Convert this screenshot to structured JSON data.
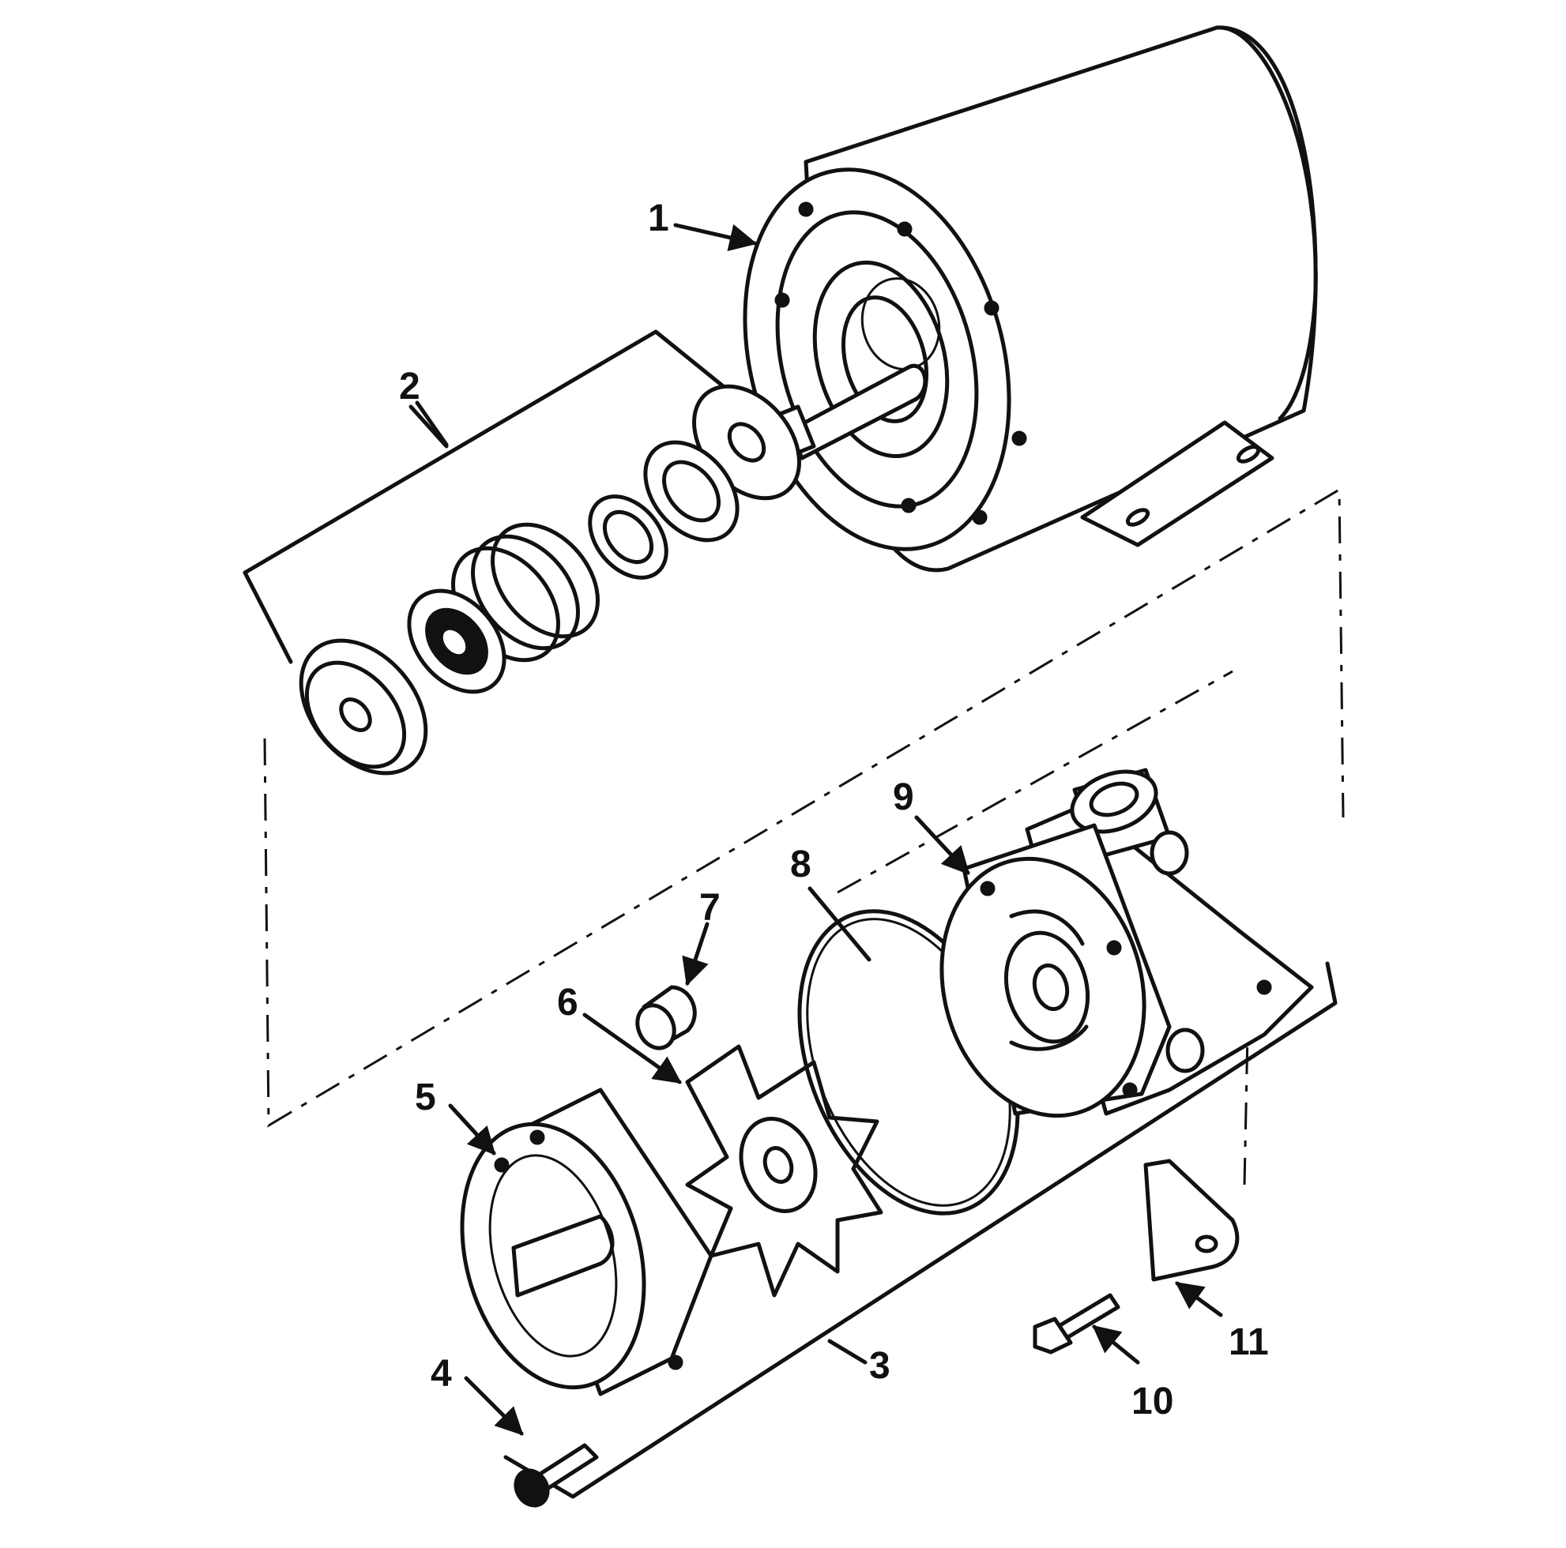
{
  "diagram": {
    "callouts": {
      "motor": "1",
      "seal_kit": "2",
      "kit_bracket": "3",
      "cover_screw": "4",
      "pump_cover": "5",
      "impeller": "6",
      "impeller_key": "7",
      "o_ring": "8",
      "pump_body": "9",
      "bracket_bolt": "10",
      "mount_bracket": "11"
    },
    "colors": {
      "ink": "#111111",
      "paper": "#ffffff"
    }
  }
}
